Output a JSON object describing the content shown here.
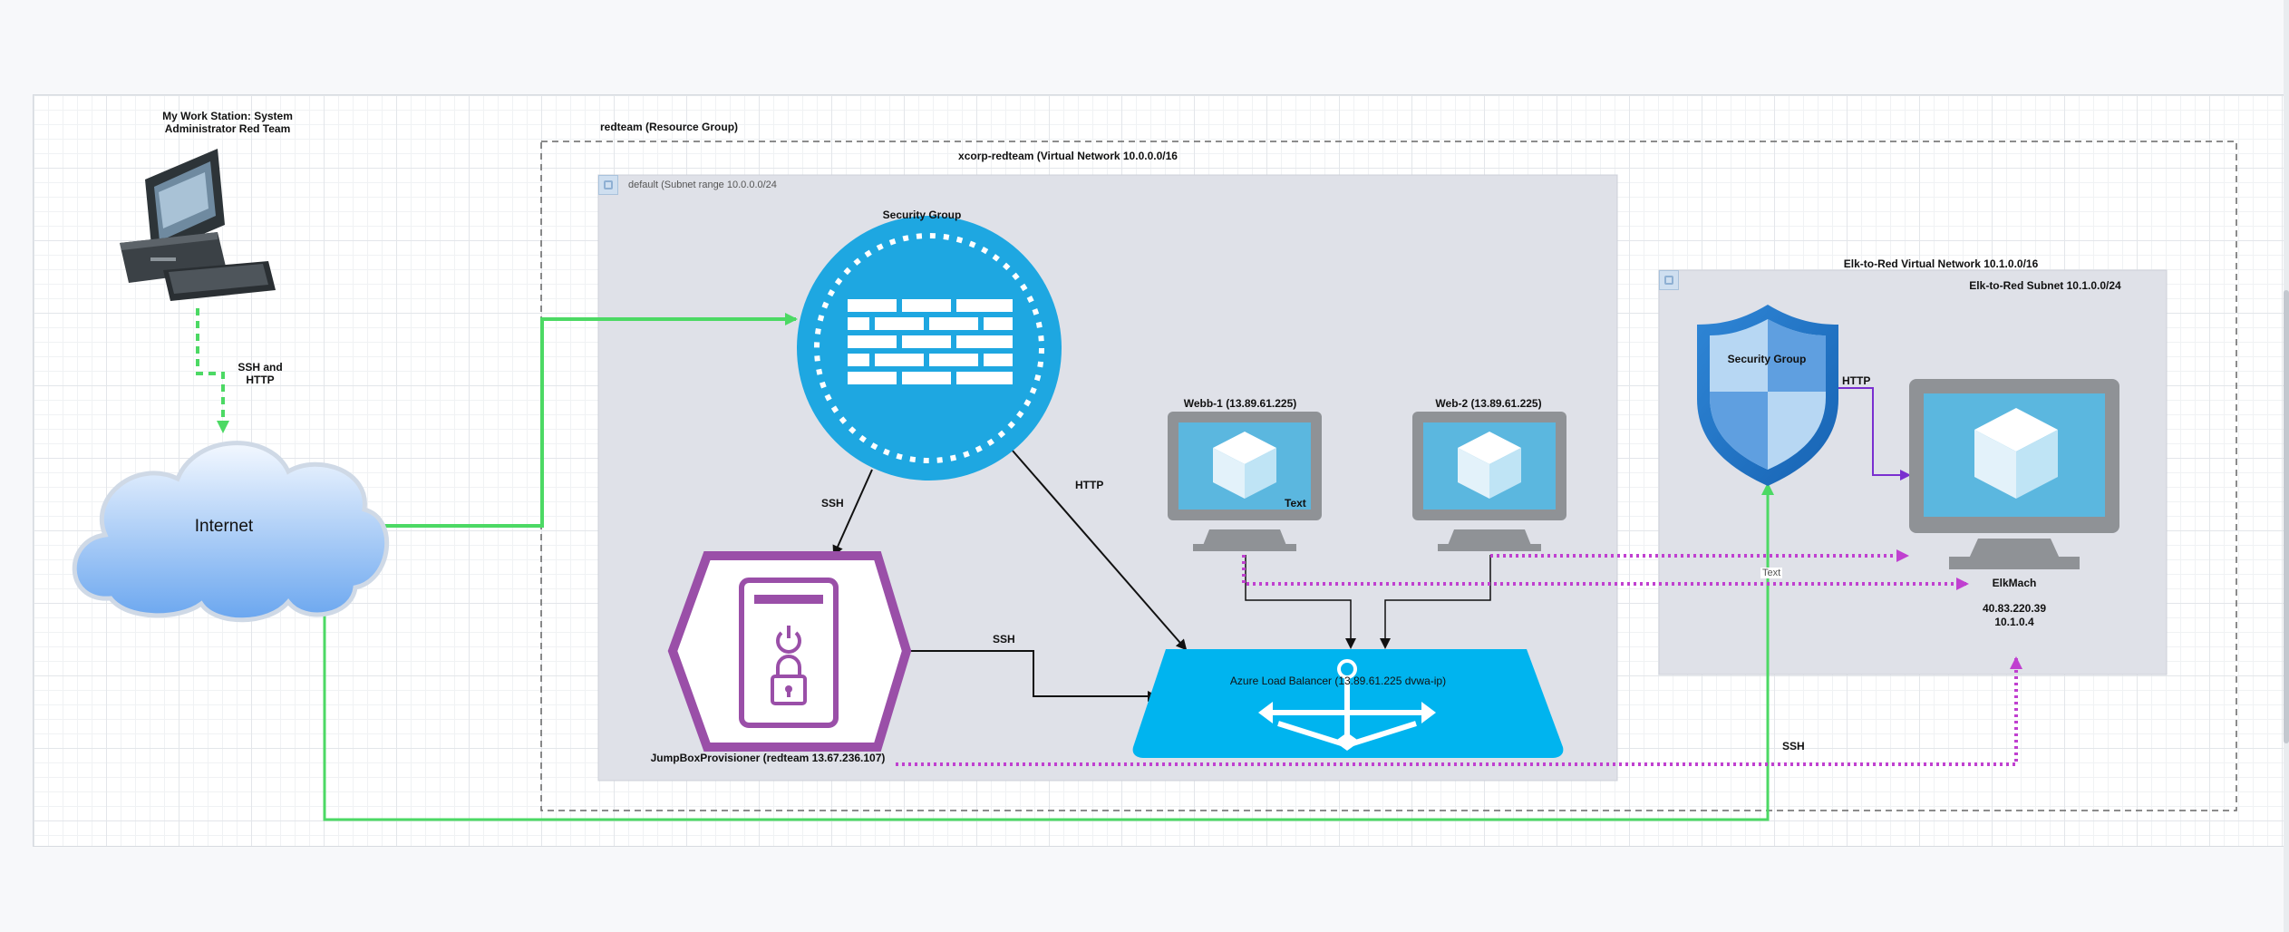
{
  "diagram": {
    "workstation_label": "My Work Station: System\nAdministrator Red Team",
    "ssh_http_label": "SSH and\nHTTP",
    "internet_label": "Internet",
    "resource_group_label": "redteam (Resource Group)",
    "vnet_label": "xcorp-redteam (Virtual Network 10.0.0.0/16",
    "subnet_label": "default (Subnet range 10.0.0.0/24",
    "security_group_1_label": "Security Group",
    "ssh_label_1": "SSH",
    "http_label_1": "HTTP",
    "ssh_label_2": "SSH",
    "jumpbox_label": "JumpBoxProvisioner (redteam 13.67.236.107)",
    "web1_label": "Webb-1 (13.89.61.225)",
    "web1_inner_text": "Text",
    "web2_label": "Web-2 (13.89.61.225)",
    "lb_label": "Azure Load Balancer (13.89.61.225 dvwa-ip)",
    "elk_vnet_label": "Elk-to-Red Virtual Network 10.1.0.0/16",
    "elk_subnet_label": "Elk-to-Red Subnet 10.1.0.0/24",
    "security_group_2_label": "Security Group",
    "http_label_2": "HTTP",
    "elk_name": "ElkMach",
    "elk_ip_1": "40.83.220.39",
    "elk_ip_2": "10.1.0.4",
    "elk_edge_text": "Text",
    "ssh_label_3": "SSH"
  },
  "colors": {
    "green_link": "#4cd964",
    "magenta_link": "#c040d0",
    "purple_link": "#7a2fd0",
    "azure_blue": "#1ea7e1",
    "jumpbox_purple": "#9a4fa8",
    "subnet_fill": "#dfe1e8",
    "monitor_gray": "#8f9296",
    "monitor_screen": "#5bb7df"
  }
}
